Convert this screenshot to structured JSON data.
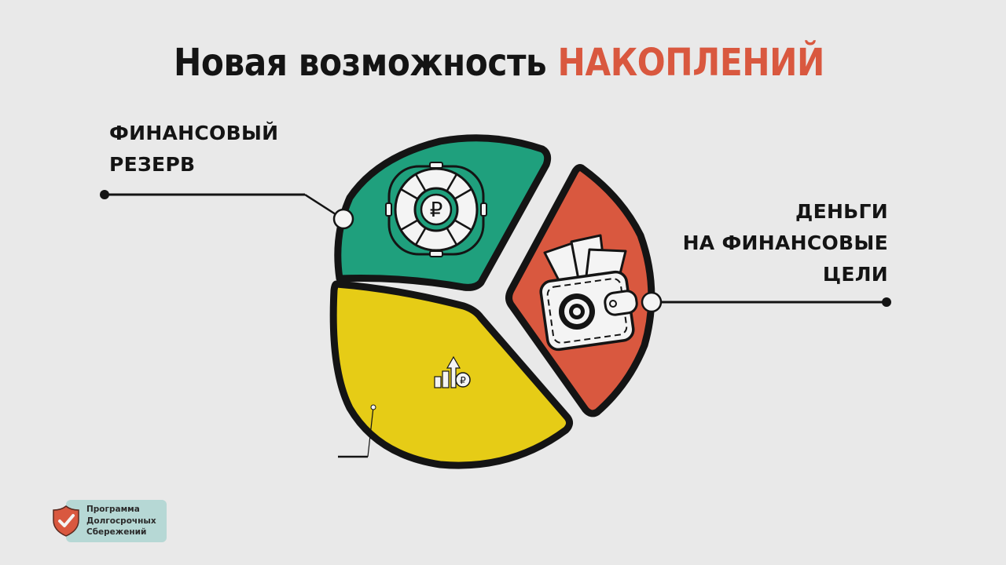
{
  "title": {
    "prefix": "Новая возможность",
    "accent": "НАКОПЛЕНИЙ",
    "accent_color": "#d9583f"
  },
  "segments": [
    {
      "id": "reserve",
      "label_lines": [
        "ФИНАНСОВЫЙ",
        "РЕЗЕРВ"
      ],
      "color": "#1fa07d",
      "icon": "lifebuoy-ruble-icon"
    },
    {
      "id": "goals",
      "label_lines": [
        "ДЕНЬГИ",
        "НА ФИНАНСОВЫЕ",
        "ЦЕЛИ"
      ],
      "color": "#d9583f",
      "icon": "wallet-target-icon"
    },
    {
      "id": "growth",
      "label_lines": [],
      "color": "#e6cc16",
      "icon": "growth-chart-ruble-icon"
    }
  ],
  "brand": {
    "lines": [
      "Программа",
      "Долгосрочных",
      "Сбережений"
    ],
    "box_color": "#b6d8d5",
    "shield_color": "#d9583f",
    "icon": "shield-check-icon"
  },
  "colors": {
    "background": "#e9e9e9",
    "outline": "#141414"
  }
}
